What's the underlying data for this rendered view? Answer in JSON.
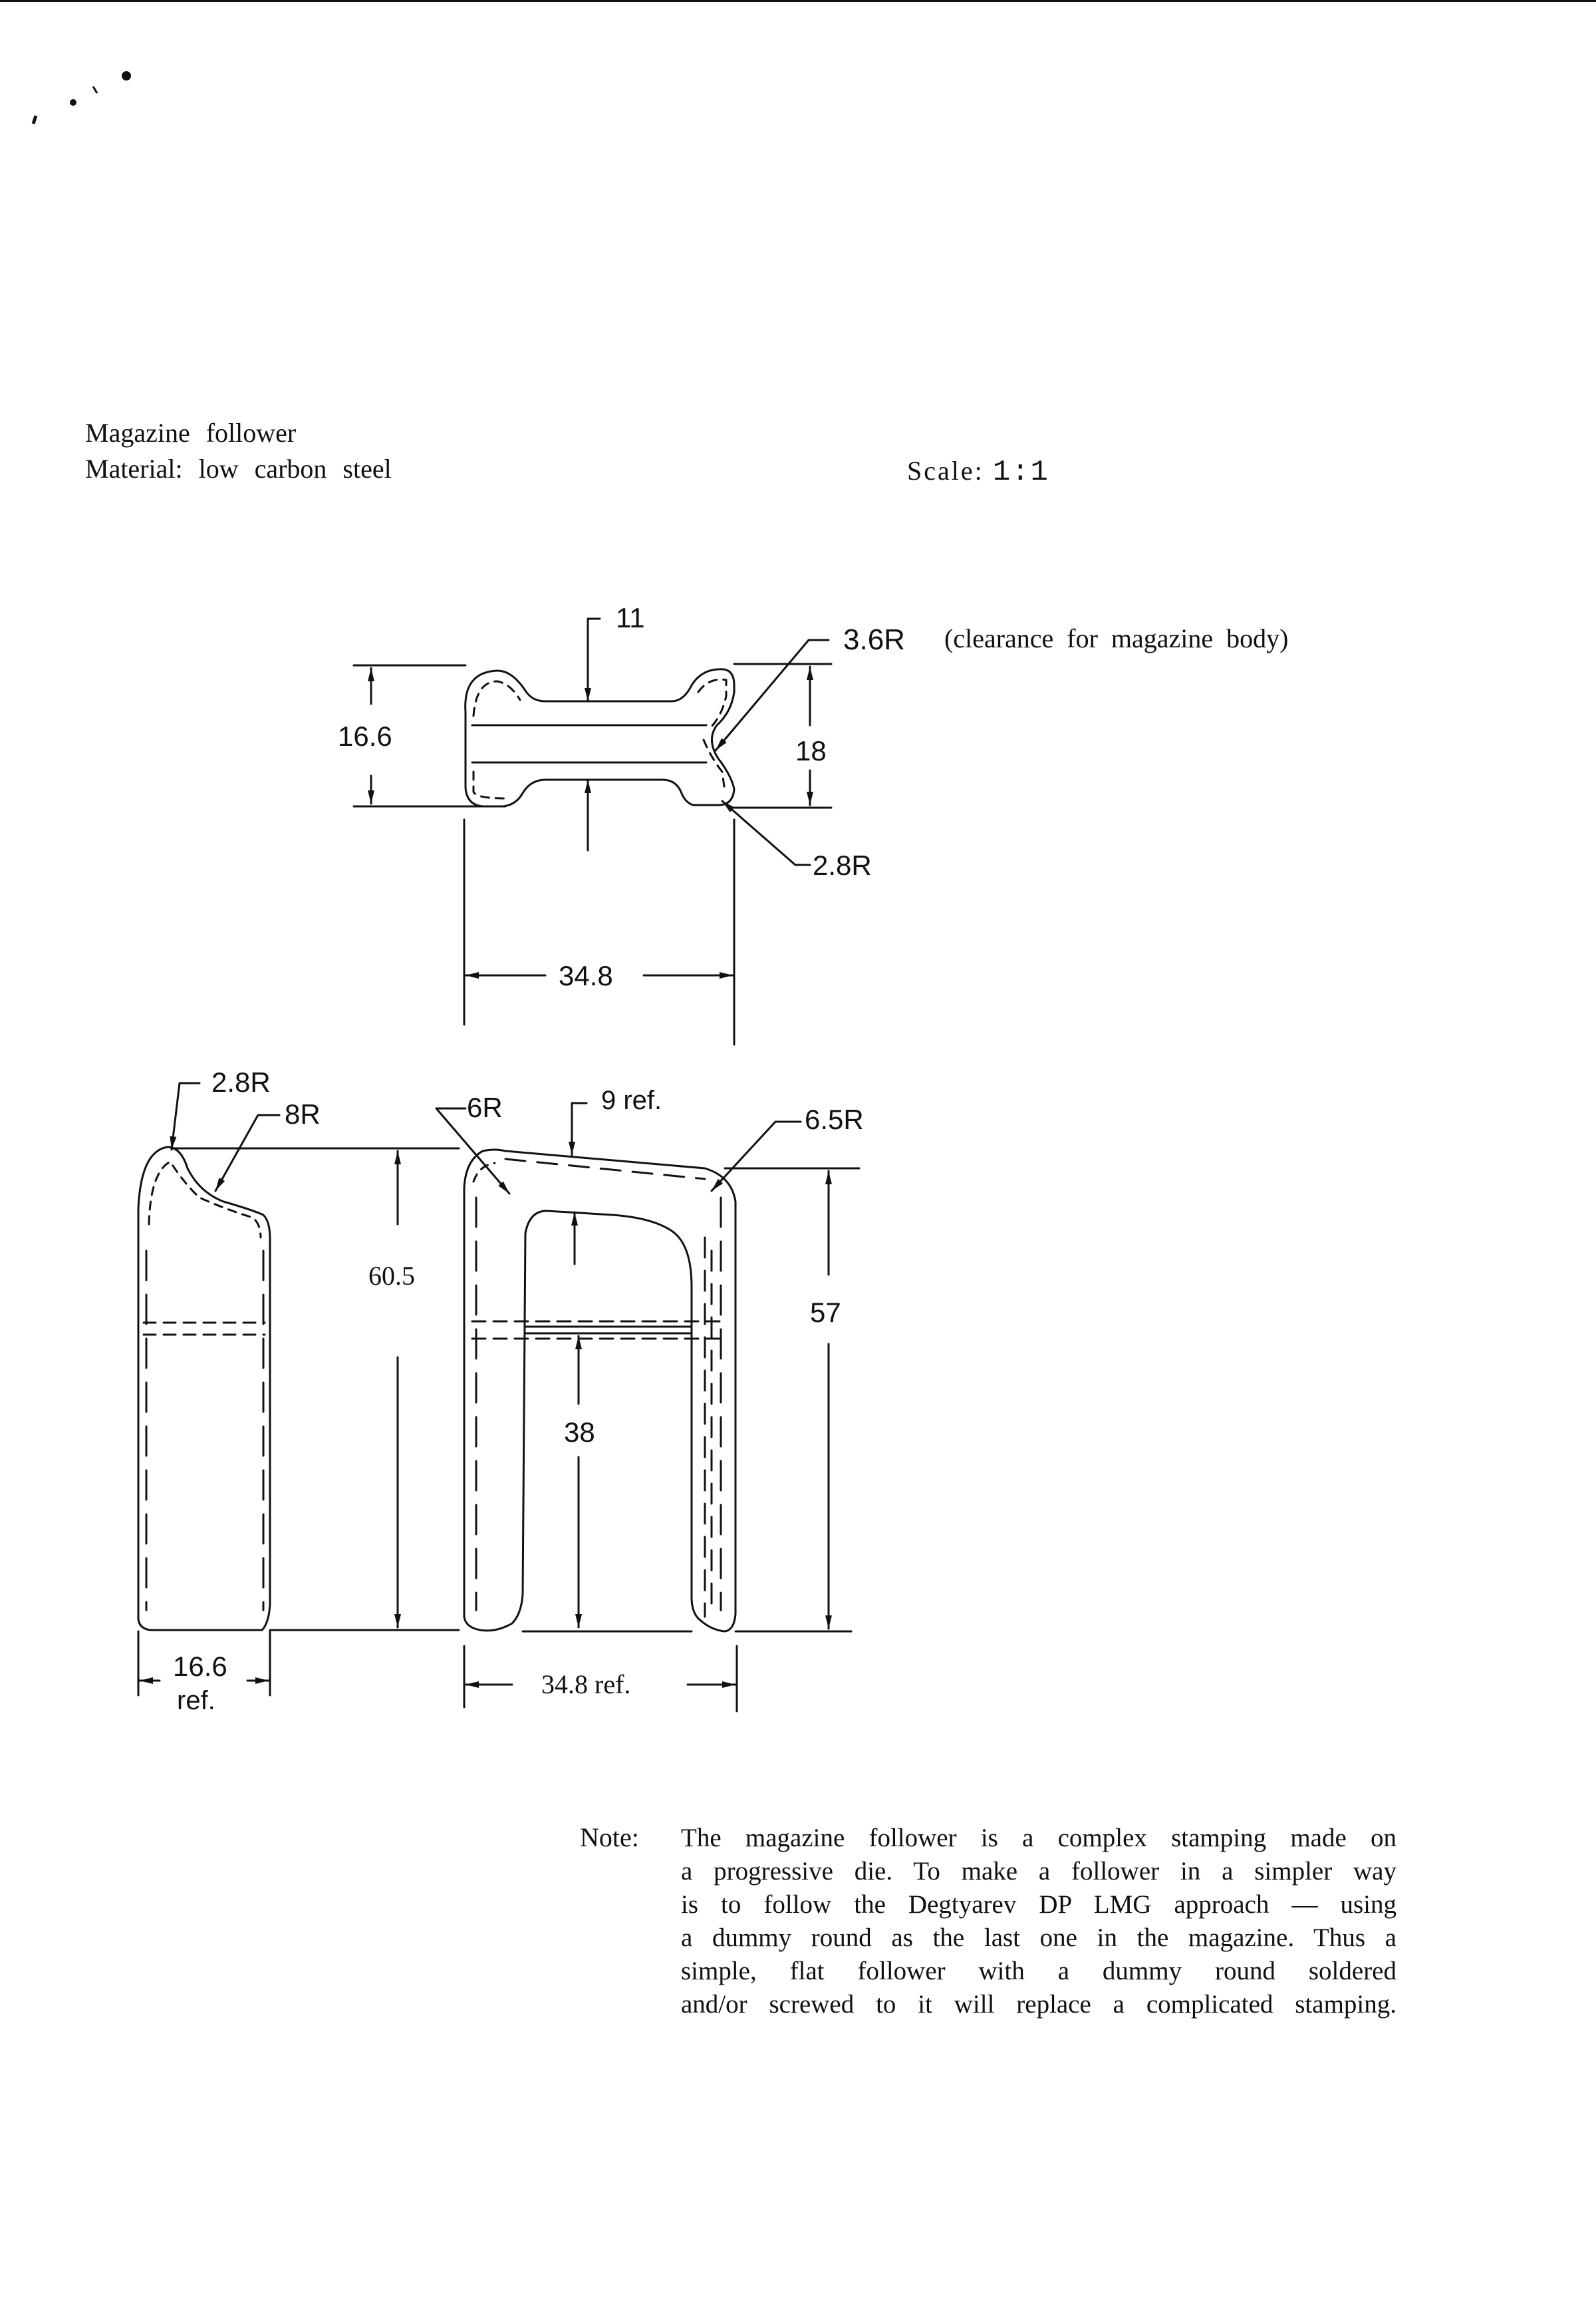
{
  "header": {
    "part_name": "Magazine follower",
    "material": "Material: low carbon steel",
    "scale_label": "Scale:",
    "scale_value": "1:1"
  },
  "top_view": {
    "dim_slot_width": "11",
    "dim_corner_radius": "3.6R",
    "dim_corner_note": "(clearance for magazine body)",
    "dim_height_left": "16.6",
    "dim_height_right": "18",
    "dim_bottom_radius": "2.8R",
    "dim_width": "34.8"
  },
  "side_view": {
    "dim_top_radius": "2.8R",
    "dim_curve_radius": "8R",
    "dim_height": "60.5",
    "dim_width_value": "16.6",
    "dim_width_ref": "ref."
  },
  "front_view": {
    "dim_inner_radius": "6R",
    "dim_top_thickness": "9 ref.",
    "dim_corner_radius": "6.5R",
    "dim_height": "57",
    "dim_leg_length": "38",
    "dim_width": "34.8 ref."
  },
  "note": {
    "label": "Note:",
    "lines": [
      "The magazine follower is a complex stamping made on",
      "a progressive die. To make a follower in a simpler way",
      "is to follow the Degtyarev DP LMG approach — using",
      "a dummy round as the last one in the magazine. Thus a",
      "simple, flat follower with a dummy round soldered",
      "and/or screwed to it will replace a complicated stamping."
    ]
  }
}
